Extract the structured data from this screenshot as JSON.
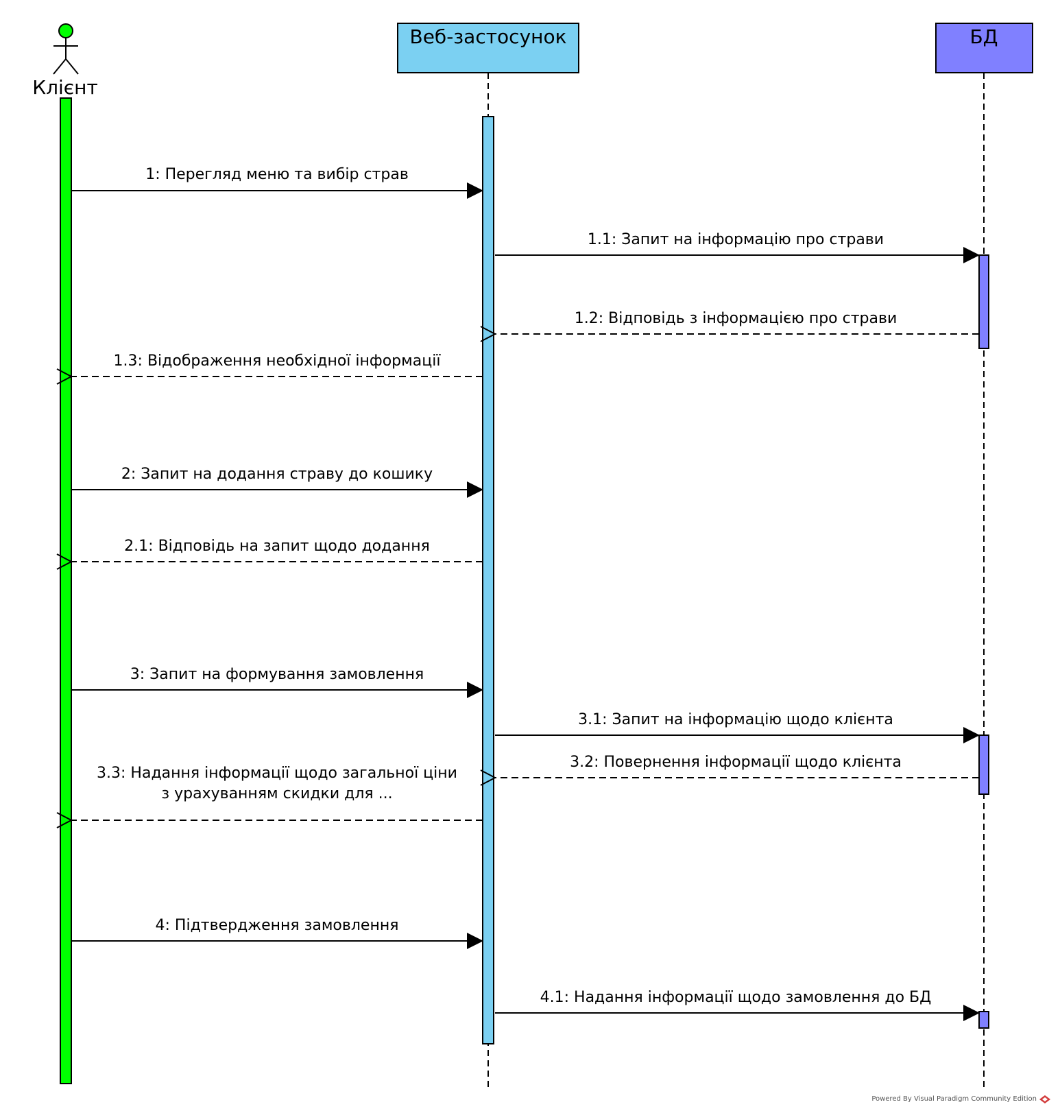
{
  "participants": [
    {
      "id": "client",
      "name": "Клієнт",
      "kind": "actor",
      "color": "#00ff00"
    },
    {
      "id": "web",
      "name": "Веб-застосунок",
      "kind": "lifeline",
      "color": "#7bd0f2"
    },
    {
      "id": "db",
      "name": "БД",
      "kind": "lifeline",
      "color": "#8080ff"
    }
  ],
  "messages": [
    {
      "id": "m1",
      "from": "client",
      "to": "web",
      "style": "sync",
      "label": [
        "1: Перегляд меню та вибір страв"
      ]
    },
    {
      "id": "m1_1",
      "from": "web",
      "to": "db",
      "style": "sync",
      "label": [
        "1.1: Запит на інформацію про страви"
      ]
    },
    {
      "id": "m1_2",
      "from": "db",
      "to": "web",
      "style": "return",
      "label": [
        "1.2: Відповідь з інформацією про страви"
      ]
    },
    {
      "id": "m1_3",
      "from": "web",
      "to": "client",
      "style": "return",
      "label": [
        "1.3: Відображення необхідної інформації"
      ]
    },
    {
      "id": "m2",
      "from": "client",
      "to": "web",
      "style": "sync",
      "label": [
        "2: Запит на додання страву до кошику"
      ]
    },
    {
      "id": "m2_1",
      "from": "web",
      "to": "client",
      "style": "return",
      "label": [
        "2.1: Відповідь на запит щодо додання"
      ]
    },
    {
      "id": "m3",
      "from": "client",
      "to": "web",
      "style": "sync",
      "label": [
        "3: Запит на формування замовлення"
      ]
    },
    {
      "id": "m3_1",
      "from": "web",
      "to": "db",
      "style": "sync",
      "label": [
        "3.1: Запит на інформацію щодо клієнта"
      ]
    },
    {
      "id": "m3_2",
      "from": "db",
      "to": "web",
      "style": "return",
      "label": [
        "3.2: Повернення інформації щодо клієнта"
      ]
    },
    {
      "id": "m3_3",
      "from": "web",
      "to": "client",
      "style": "return",
      "label": [
        "3.3: Надання інформації щодо загальної ціни",
        "з урахуванням скидки для ..."
      ]
    },
    {
      "id": "m4",
      "from": "client",
      "to": "web",
      "style": "sync",
      "label": [
        "4: Підтвердження замовлення"
      ]
    },
    {
      "id": "m4_1",
      "from": "web",
      "to": "db",
      "style": "sync",
      "label": [
        "4.1: Надання інформації щодо замовлення до БД"
      ]
    }
  ],
  "footer": "Powered By Visual Paradigm Community Edition",
  "colors": {
    "client_activation": "#00ff00",
    "web_activation": "#7bd0f2",
    "db_activation": "#8080ff"
  }
}
